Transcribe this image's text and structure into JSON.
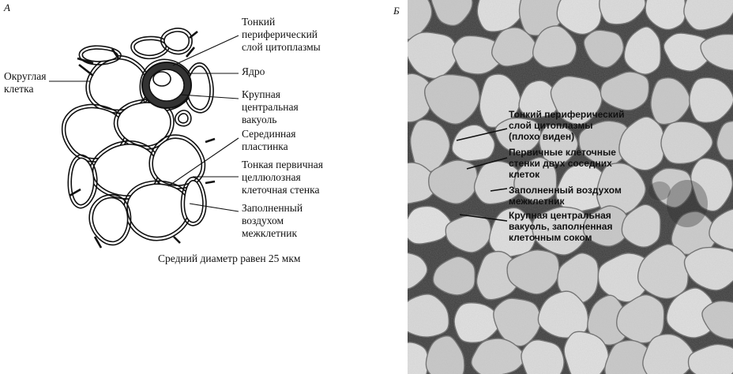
{
  "panel_a": {
    "letter": "А",
    "labels": {
      "round_cell": [
        "Округлая",
        "клетка"
      ],
      "thin_cytoplasm": [
        "Тонкий",
        "периферический",
        "слой цитоплазмы"
      ],
      "nucleus": [
        "Ядро"
      ],
      "central_vacuole": [
        "Крупная",
        "центральная",
        "вакуоль"
      ],
      "middle_lamella": [
        "Серединная",
        "пластинка"
      ],
      "primary_wall": [
        "Тонкая первичная",
        "целлюлозная",
        "клеточная стенка"
      ],
      "air_space": [
        "Заполненный",
        "воздухом",
        "межклетник"
      ]
    },
    "caption": "Средний диаметр равен   25 мкм"
  },
  "panel_b": {
    "letter": "Б",
    "labels": {
      "thin_cytoplasm": [
        "Тонкий периферический",
        "слой цитоплазмы",
        "(плохо виден)"
      ],
      "primary_walls": [
        "Первичные клеточные",
        "стенки двух соседних",
        "клеток"
      ],
      "air_space": [
        "Заполненный воздухом",
        "межклетник"
      ],
      "vacuole": [
        "Крупная центральная",
        "вакуоль, заполненная",
        "клеточным соком"
      ]
    }
  }
}
